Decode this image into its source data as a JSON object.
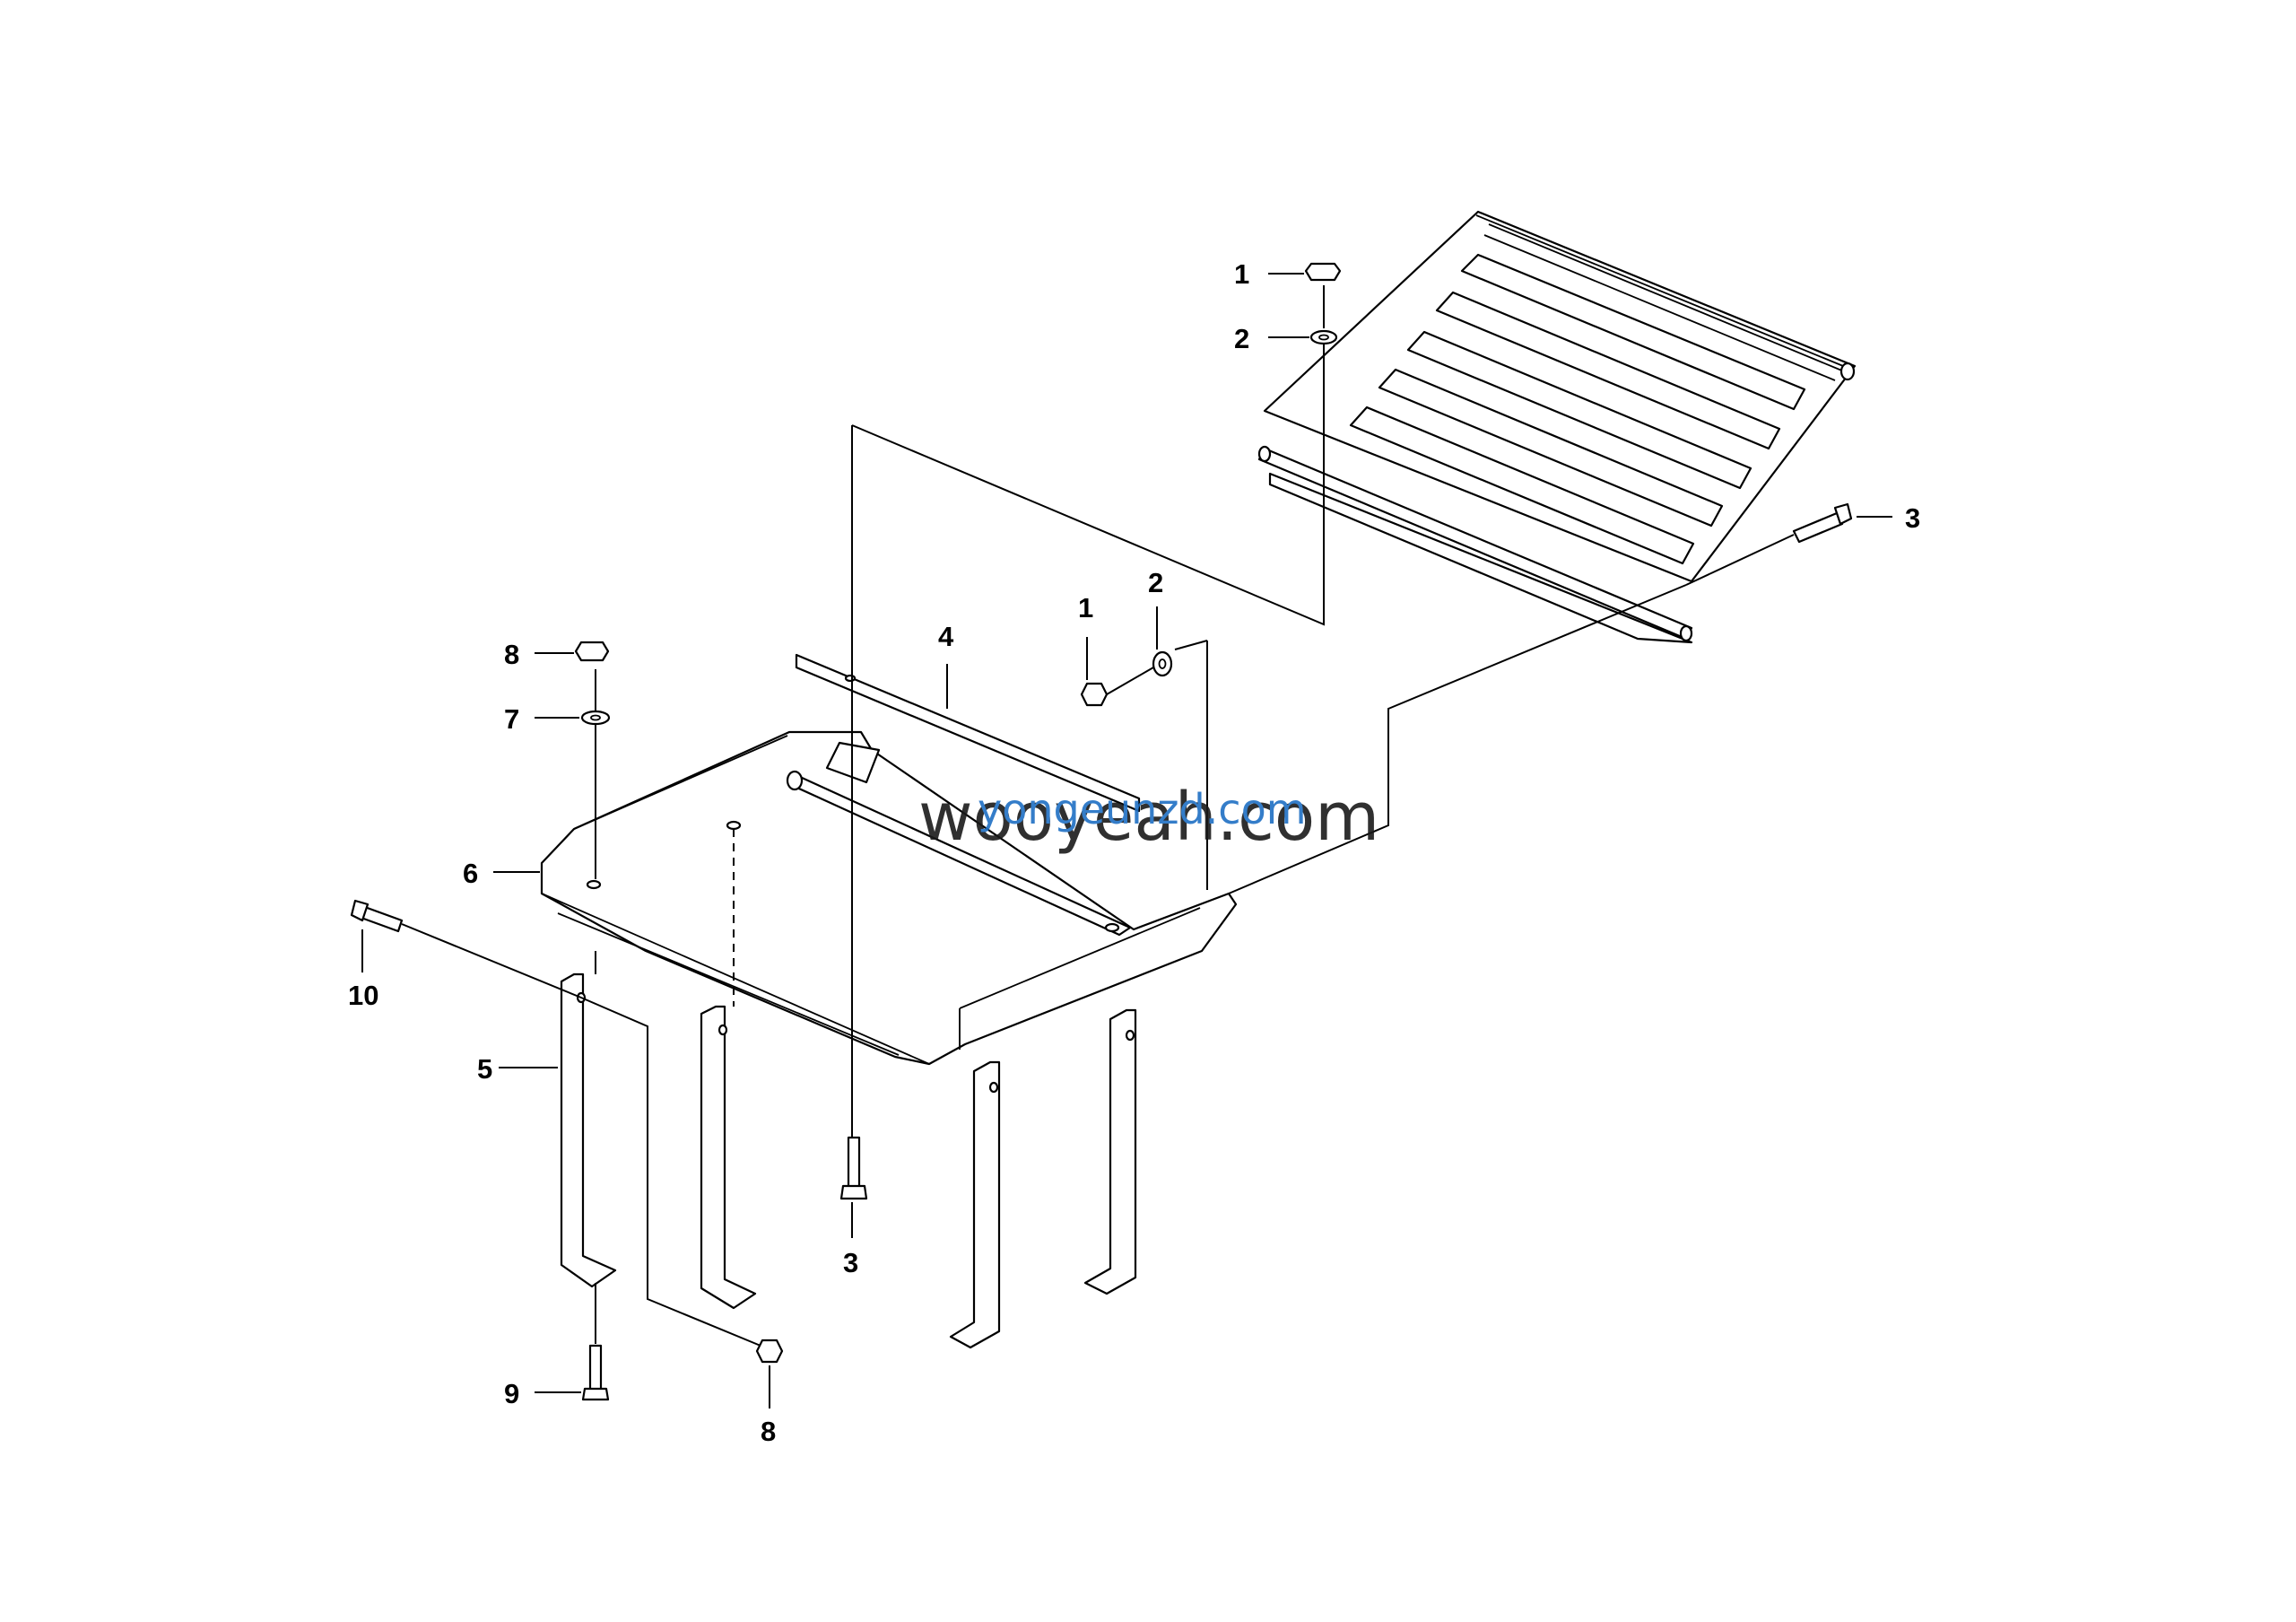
{
  "callouts": {
    "c1_top": "1",
    "c2_top": "2",
    "c3_right": "3",
    "c1_mid": "1",
    "c2_mid": "2",
    "c4": "4",
    "c8_top": "8",
    "c7": "7",
    "c6": "6",
    "c10": "10",
    "c5": "5",
    "c3_bottom": "3",
    "c9": "9",
    "c8_bottom": "8"
  },
  "watermark": {
    "primary": "wooyeah.com",
    "secondary": "yongeunzd.com"
  },
  "colors": {
    "line": "#000000",
    "background": "#ffffff",
    "watermark_primary": "#1a1a1a",
    "watermark_secondary": "#1f6fc4"
  }
}
